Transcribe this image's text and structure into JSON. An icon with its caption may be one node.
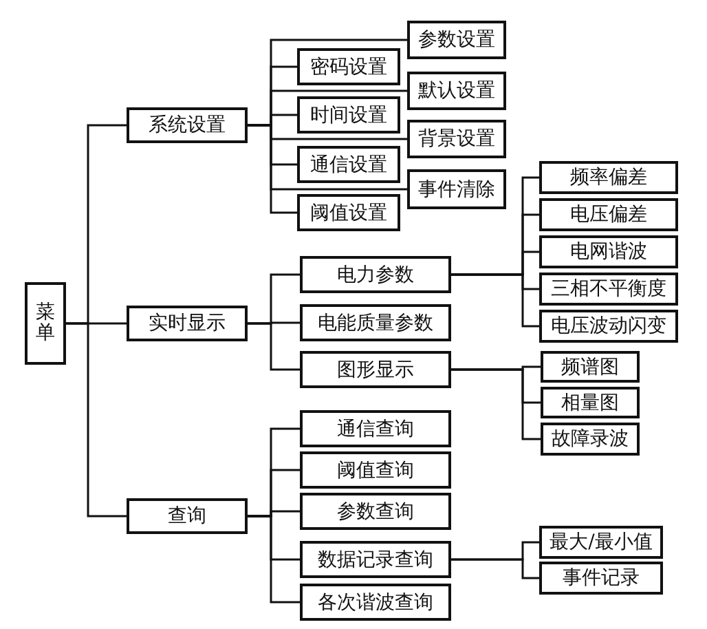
{
  "diagram": {
    "nodes": [
      {
        "text": [
          "菜单"
        ]
      },
      {
        "text": [
          "系统设置"
        ]
      },
      {
        "text": [
          "实时显示"
        ]
      },
      {
        "text": [
          "查询"
        ]
      },
      {
        "text": [
          "参数设置"
        ]
      },
      {
        "text": [
          "密码设置"
        ]
      },
      {
        "text": [
          "默认设置"
        ]
      },
      {
        "text": [
          "时间设置"
        ]
      },
      {
        "text": [
          "背景设置"
        ]
      },
      {
        "text": [
          "通信设置"
        ]
      },
      {
        "text": [
          "事件清除"
        ]
      },
      {
        "text": [
          "阈值设置"
        ]
      },
      {
        "text": [
          "电力参数"
        ]
      },
      {
        "text": [
          "电能质量参数"
        ]
      },
      {
        "text": [
          "图形显示"
        ]
      },
      {
        "text": [
          "频率偏差"
        ]
      },
      {
        "text": [
          "电压偏差"
        ]
      },
      {
        "text": [
          "电网谐波"
        ]
      },
      {
        "text": [
          "三相不平衡度"
        ]
      },
      {
        "text": [
          "电压波动闪变"
        ]
      },
      {
        "text": [
          "频谱图"
        ]
      },
      {
        "text": [
          "相量图"
        ]
      },
      {
        "text": [
          "故障录波"
        ]
      },
      {
        "text": [
          "通信查询"
        ]
      },
      {
        "text": [
          "阈值查询"
        ]
      },
      {
        "text": [
          "参数查询"
        ]
      },
      {
        "text": [
          "数据记录查询"
        ]
      },
      {
        "text": [
          "各次谐波查询"
        ]
      },
      {
        "text": [
          "最大/最小值"
        ]
      },
      {
        "text": [
          "事件记录"
        ]
      }
    ],
    "edges": [
      {
        "from": 0,
        "to": 1,
        "arrow": "none"
      },
      {
        "from": 0,
        "to": 2,
        "arrow": "none"
      },
      {
        "from": 0,
        "to": 3,
        "arrow": "none"
      },
      {
        "from": 1,
        "to": 4,
        "arrow": "none"
      },
      {
        "from": 1,
        "to": 5,
        "arrow": "none"
      },
      {
        "from": 1,
        "to": 6,
        "arrow": "none"
      },
      {
        "from": 1,
        "to": 7,
        "arrow": "none"
      },
      {
        "from": 1,
        "to": 8,
        "arrow": "none"
      },
      {
        "from": 1,
        "to": 9,
        "arrow": "none"
      },
      {
        "from": 1,
        "to": 10,
        "arrow": "none"
      },
      {
        "from": 1,
        "to": 11,
        "arrow": "none"
      },
      {
        "from": 2,
        "to": 12,
        "arrow": "none"
      },
      {
        "from": 2,
        "to": 13,
        "arrow": "none"
      },
      {
        "from": 2,
        "to": 14,
        "arrow": "none"
      },
      {
        "from": 12,
        "to": 15,
        "arrow": "none"
      },
      {
        "from": 12,
        "to": 16,
        "arrow": "none"
      },
      {
        "from": 12,
        "to": 17,
        "arrow": "none"
      },
      {
        "from": 12,
        "to": 18,
        "arrow": "none"
      },
      {
        "from": 12,
        "to": 19,
        "arrow": "none"
      },
      {
        "from": 14,
        "to": 20,
        "arrow": "none"
      },
      {
        "from": 14,
        "to": 21,
        "arrow": "none"
      },
      {
        "from": 14,
        "to": 22,
        "arrow": "none"
      },
      {
        "from": 3,
        "to": 23,
        "arrow": "none"
      },
      {
        "from": 3,
        "to": 24,
        "arrow": "none"
      },
      {
        "from": 3,
        "to": 25,
        "arrow": "none"
      },
      {
        "from": 3,
        "to": 26,
        "arrow": "none"
      },
      {
        "from": 3,
        "to": 27,
        "arrow": "none"
      },
      {
        "from": 26,
        "to": 28,
        "arrow": "none"
      },
      {
        "from": 26,
        "to": 29,
        "arrow": "none"
      }
    ]
  }
}
